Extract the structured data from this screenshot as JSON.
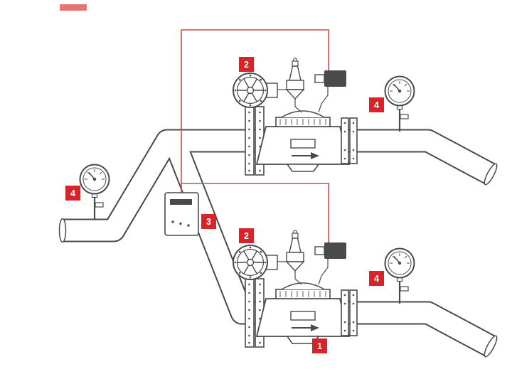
{
  "badges": [
    {
      "id": "pilot-valve-top",
      "label": "2"
    },
    {
      "id": "outlet-gauge-top",
      "label": "4"
    },
    {
      "id": "inlet-gauge",
      "label": "4"
    },
    {
      "id": "controller",
      "label": "3"
    },
    {
      "id": "pilot-valve-bottom",
      "label": "2"
    },
    {
      "id": "outlet-gauge-bottom",
      "label": "4"
    },
    {
      "id": "main-valve",
      "label": "1"
    }
  ],
  "colors": {
    "badge_background": "#d9232a",
    "badge_text": "#ffffff",
    "wire": "#e0453e",
    "linework": "#4a4a4a",
    "background": "#ffffff"
  }
}
